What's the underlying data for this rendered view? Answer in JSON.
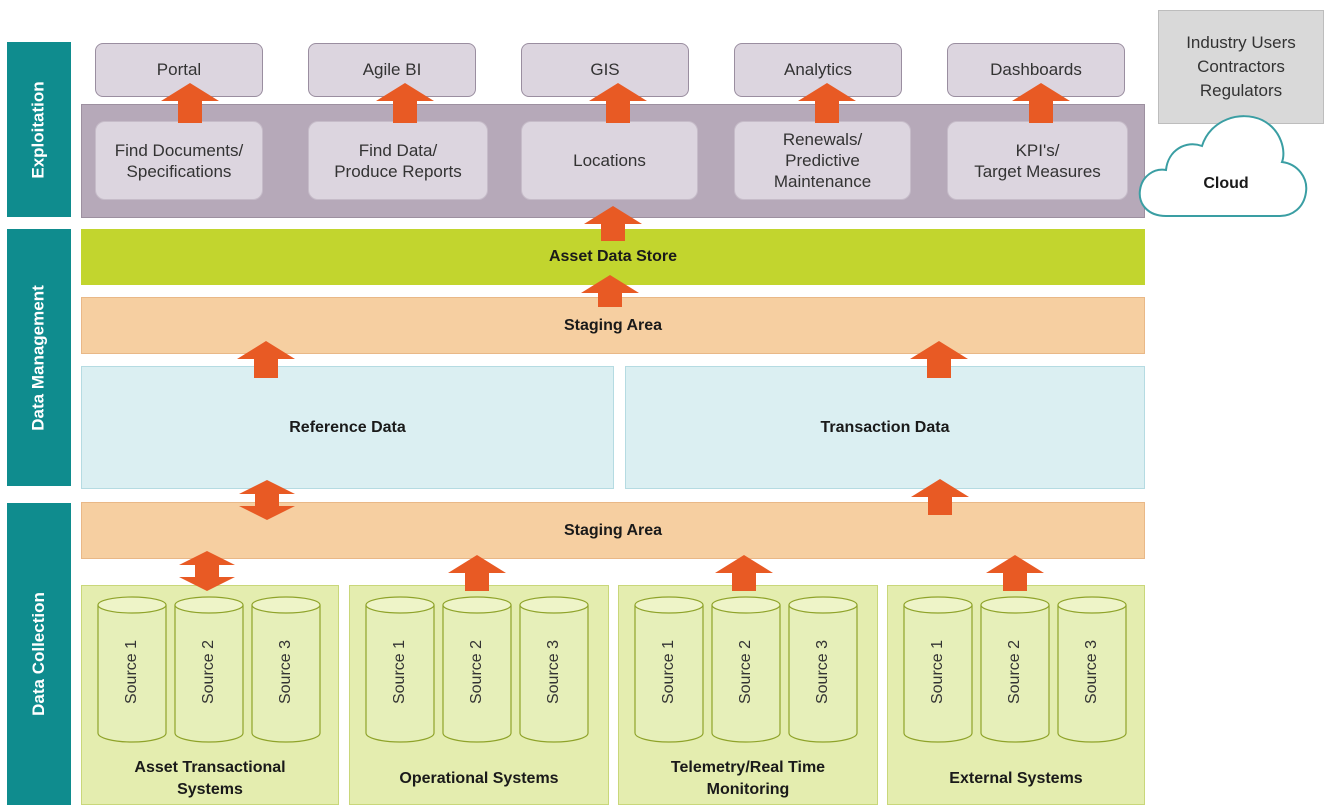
{
  "bands": {
    "exploitation": "Exploitation",
    "data_management": "Data Management",
    "data_collection": "Data Collection"
  },
  "outputs": [
    "Portal",
    "Agile BI",
    "GIS",
    "Analytics",
    "Dashboards"
  ],
  "functions": [
    [
      "Find Documents/",
      "Specifications"
    ],
    [
      "Find Data/",
      "Produce Reports"
    ],
    [
      "Locations"
    ],
    [
      "Renewals/",
      "Predictive",
      "Maintenance"
    ],
    [
      "KPI's/",
      "Target Measures"
    ]
  ],
  "users": [
    "Industry Users",
    "Contractors",
    "Regulators"
  ],
  "cloud_label": "Cloud",
  "asset_data_store": "Asset Data Store",
  "staging_top": "Staging Area",
  "reference_data": "Reference Data",
  "transaction_data": "Transaction Data",
  "staging_bottom": "Staging Area",
  "source_groups": [
    {
      "label1": "Asset Transactional",
      "label2": "Systems",
      "sources": [
        "Source 1",
        "Source 2",
        "Source 3"
      ]
    },
    {
      "label1": "Operational Systems",
      "label2": "",
      "sources": [
        "Source 1",
        "Source 2",
        "Source 3"
      ]
    },
    {
      "label1": "Telemetry/Real Time",
      "label2": "Monitoring",
      "sources": [
        "Source 1",
        "Source 2",
        "Source 3"
      ]
    },
    {
      "label1": "External Systems",
      "label2": "",
      "sources": [
        "Source 1",
        "Source 2",
        "Source 3"
      ]
    }
  ],
  "colors": {
    "band": "#0f8c8e",
    "arrow": "#e85a24",
    "asset_store": "#c2d52e",
    "staging": "#f6cfa1",
    "reference": "#dbeff2",
    "source_group": "#e4edaf",
    "exploitation_panel": "#b6a9b9"
  }
}
